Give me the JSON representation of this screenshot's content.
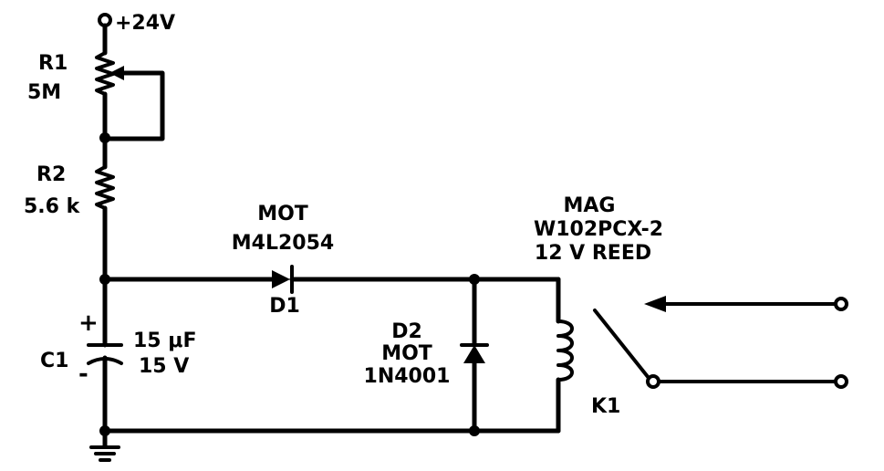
{
  "supply": {
    "label": "+24V"
  },
  "r1": {
    "ref": "R1",
    "value": "5M"
  },
  "r2": {
    "ref": "R2",
    "value": "5.6 k"
  },
  "d1": {
    "maker": "MOT",
    "part": "M4L2054",
    "ref": "D1"
  },
  "d2": {
    "ref": "D2",
    "maker": "MOT",
    "part": "1N4001"
  },
  "c1": {
    "ref": "C1",
    "value": "15 μF",
    "voltage": "15 V",
    "plus": "+",
    "minus": "-"
  },
  "relay": {
    "maker": "MAG",
    "part": "W102PCX-2",
    "type": "12 V REED",
    "ref": "K1"
  }
}
